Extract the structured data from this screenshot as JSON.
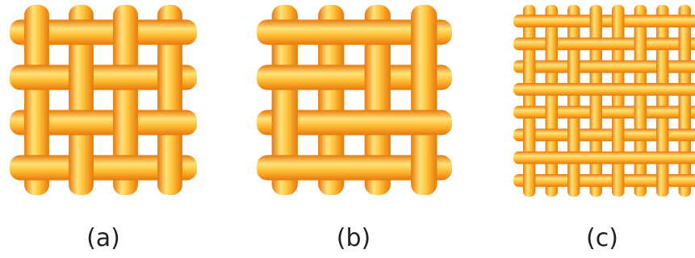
{
  "colors": {
    "thread_edge": "#e8780a",
    "thread_mid": "#ffc23a",
    "thread_highlight": "#ffe27a",
    "background": "#ffffff",
    "caption": "#222222"
  },
  "panels": [
    {
      "id": "a",
      "caption": "(a)",
      "pattern_name": "plain-weave",
      "warp_threads": 4,
      "weft_threads": 4,
      "pattern": [
        [
          1,
          0,
          1,
          0
        ],
        [
          0,
          1,
          0,
          1
        ],
        [
          1,
          0,
          1,
          0
        ],
        [
          0,
          1,
          0,
          1
        ]
      ]
    },
    {
      "id": "b",
      "caption": "(b)",
      "pattern_name": "basket-weave",
      "warp_threads": 4,
      "weft_threads": 4,
      "pattern": [
        [
          0,
          0,
          0,
          1
        ],
        [
          0,
          0,
          1,
          1
        ],
        [
          1,
          0,
          0,
          0
        ],
        [
          0,
          0,
          0,
          1
        ]
      ]
    },
    {
      "id": "c",
      "caption": "(c)",
      "pattern_name": "complex-weave",
      "warp_threads": 8,
      "weft_threads": 8,
      "pattern": [
        [
          0,
          0,
          0,
          1,
          1,
          0,
          0,
          0
        ],
        [
          0,
          1,
          0,
          0,
          0,
          1,
          0,
          1
        ],
        [
          1,
          0,
          1,
          0,
          0,
          0,
          1,
          0
        ],
        [
          0,
          0,
          0,
          0,
          0,
          0,
          0,
          0
        ],
        [
          0,
          1,
          0,
          1,
          0,
          1,
          0,
          1
        ],
        [
          1,
          0,
          1,
          0,
          1,
          0,
          1,
          0
        ],
        [
          0,
          0,
          0,
          0,
          0,
          0,
          0,
          0
        ],
        [
          1,
          0,
          1,
          0,
          1,
          0,
          1,
          0
        ]
      ]
    }
  ]
}
